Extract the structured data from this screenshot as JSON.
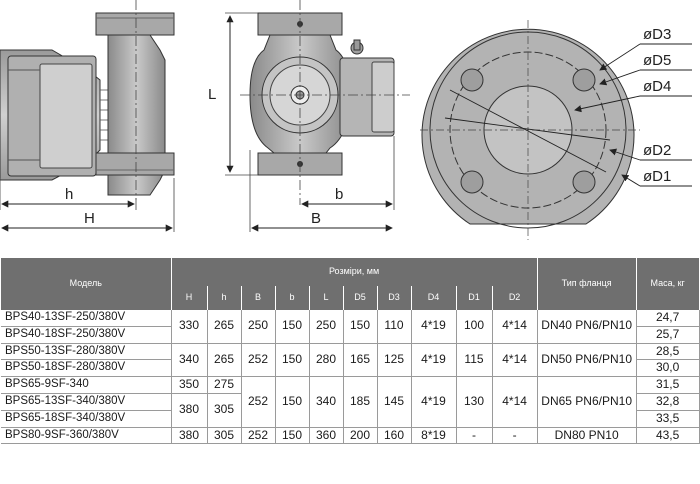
{
  "diagram": {
    "dim_labels": {
      "h": "h",
      "H": "H",
      "L": "L",
      "b": "b",
      "B": "B"
    },
    "flange_labels": [
      "øD3",
      "øD5",
      "øD4",
      "øD2",
      "øD1"
    ]
  },
  "table": {
    "header": {
      "model": "Модель",
      "dims": "Розміри, мм",
      "flange_type": "Тип фланця",
      "mass": "Маса, кг",
      "cols": [
        "H",
        "h",
        "B",
        "b",
        "L",
        "D5",
        "D3",
        "D4",
        "D1",
        "D2"
      ]
    },
    "models": [
      "BPS40-13SF-250/380V",
      "BPS40-18SF-250/380V",
      "BPS50-13SF-280/380V",
      "BPS50-18SF-280/380V",
      "BPS65-9SF-340",
      "BPS65-13SF-340/380V",
      "BPS65-18SF-340/380V",
      "BPS80-9SF-360/380V"
    ],
    "masses": [
      "24,7",
      "25,7",
      "28,5",
      "30,0",
      "31,5",
      "32,8",
      "33,5",
      "43,5"
    ],
    "g40": {
      "H": "330",
      "h": "265",
      "B": "250",
      "b": "150",
      "L": "250",
      "D5": "150",
      "D3": "110",
      "D4": "4*19",
      "D1": "100",
      "D2": "4*14",
      "flange": "DN40 PN6/PN10"
    },
    "g50": {
      "H": "340",
      "h": "265",
      "B": "252",
      "b": "150",
      "L": "280",
      "D5": "165",
      "D3": "125",
      "D4": "4*19",
      "D1": "115",
      "D2": "4*14",
      "flange": "DN50 PN6/PN10"
    },
    "g65": {
      "H1": "350",
      "h1": "275",
      "H2": "380",
      "h2": "305",
      "B": "252",
      "b": "150",
      "L": "340",
      "D5": "185",
      "D3": "145",
      "D4": "4*19",
      "D1": "130",
      "D2": "4*14",
      "flange": "DN65 PN6/PN10"
    },
    "g80": {
      "H": "380",
      "h": "305",
      "B": "252",
      "b": "150",
      "L": "360",
      "D5": "200",
      "D3": "160",
      "D4": "8*19",
      "D1": "-",
      "D2": "-",
      "flange": "DN80 PN10"
    }
  }
}
